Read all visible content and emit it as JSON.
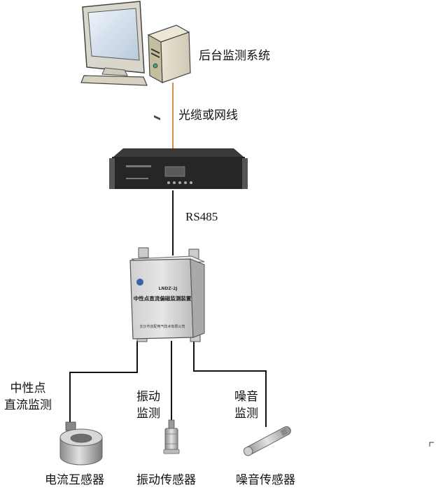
{
  "labels": {
    "backend_system": "后台监测系统",
    "cable_link": "光缆或网线",
    "rs485": "RS485",
    "neutral_dc_monitor_line1": "中性点",
    "neutral_dc_monitor_line2": "直流监测",
    "vibration_monitor_line1": "振动",
    "vibration_monitor_line2": "监测",
    "noise_monitor_line1": "噪音",
    "noise_monitor_line2": "监测",
    "current_transformer": "电流互感器",
    "vibration_sensor": "振动传感器",
    "noise_sensor": "噪音传感器"
  },
  "device": {
    "model": "LNDZ-2J",
    "name": "中性点直流偏磁监测装置",
    "maker": "长沙市创配电气技术有限公司"
  },
  "colors": {
    "fiber_line": "#d2894a",
    "wire": "#111111",
    "device_body": "#dcdcdc",
    "rack_unit": "#2a2a2a"
  },
  "icons": {
    "computer": "desktop-computer-icon",
    "rack_unit": "rack-mount-unit-icon",
    "cabinet": "monitoring-cabinet-icon",
    "ct": "current-transformer-icon",
    "vib": "vibration-sensor-icon",
    "noise": "noise-sensor-icon"
  }
}
